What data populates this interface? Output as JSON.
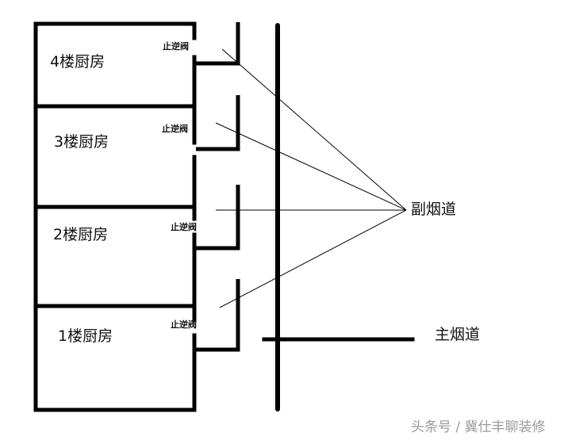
{
  "floors": [
    {
      "label": "4楼厨房",
      "valve": "止逆阀"
    },
    {
      "label": "3楼厨房",
      "valve": "止逆阀"
    },
    {
      "label": "2楼厨房",
      "valve": "止逆阀"
    },
    {
      "label": "1楼厨房",
      "valve": "止逆阀"
    }
  ],
  "secondary_flue": {
    "label": "副烟道"
  },
  "main_flue": {
    "label": "主烟道"
  },
  "watermark": {
    "text": "头条号 / 冀仕丰聊装修"
  },
  "colors": {
    "ink": "#000000",
    "watermark": "#9a9a9a",
    "background": "#ffffff"
  }
}
